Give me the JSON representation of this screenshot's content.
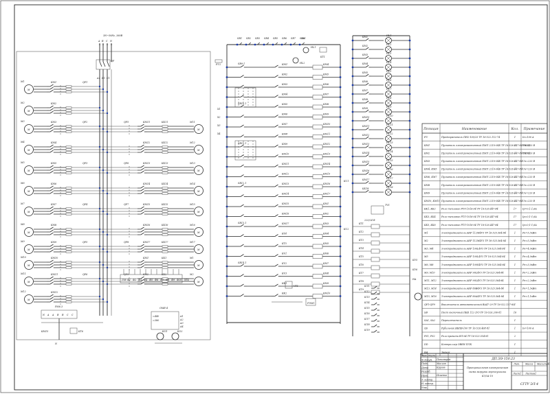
{
  "supply": {
    "label": "3N~50Hz, 380В",
    "phases": [
      "A",
      "B",
      "C",
      "N"
    ],
    "switch": "QF",
    "phase_marks": [
      "A1",
      "B1",
      "C1"
    ]
  },
  "power_circuit": {
    "motors": [
      "M1",
      "M2",
      "M3",
      "M4",
      "M5",
      "M6",
      "M7",
      "M8",
      "M9",
      "M10",
      "M11",
      "M12",
      "M13",
      "M14",
      "M15",
      "M16",
      "M17"
    ],
    "contactors": [
      "KM1",
      "KM2",
      "KM3",
      "KM4",
      "KM5",
      "KM6",
      "KM7",
      "KM8",
      "KM9",
      "KM10",
      "KM11",
      "KM12",
      "KM13",
      "KM14",
      "KM15",
      "KM16",
      "KM17"
    ],
    "breakers": [
      "QF1",
      "QF2",
      "QF3",
      "QF4",
      "QF5",
      "QF6",
      "QF7",
      "QF8",
      "QF9"
    ],
    "thermal_relays": [
      "KK1",
      "KK2",
      "KK3",
      "KK4",
      "KK5",
      "KK6",
      "KK7",
      "KK8",
      "KK9",
      "KK10",
      "KK11",
      "KK12",
      "KK13",
      "KK14",
      "KK15",
      "KK16",
      "KK17"
    ],
    "terminal_block": "XT4",
    "terminals": [
      "1Y8",
      "Ф1",
      "Ф2",
      "Ф3",
      "Ф4",
      "Ф5",
      "Ф6",
      "Ф7",
      "Ф8",
      "Ф9",
      "Ф10"
    ]
  },
  "converter": {
    "name": "РМ6.3",
    "relay": "KM15",
    "relay2": "KT6",
    "pins": [
      "N",
      "A",
      "A",
      "B",
      "B",
      "C",
      "C"
    ],
    "bottom": "N"
  },
  "plc": {
    "name": "ОМЕ-4",
    "inputs": [
      "≈440",
      "≈380"
    ],
    "outputs": [
      "A1",
      "A2",
      "A3",
      "A4"
    ],
    "parts": [
      "КО1",
      "КО2"
    ]
  },
  "control_circuit": {
    "top_buttons": [
      "SB1",
      "SB2",
      "SB3",
      "SB4",
      "SB5",
      "SB6",
      "SB7",
      "SB8"
    ],
    "items": [
      "SA1",
      "HL1",
      "HL2",
      "KT1",
      "KT2",
      "SB9.1",
      "SB10.1",
      "SB11.1",
      "SB12.1",
      "SB13.1",
      "SB14.1",
      "KM1",
      "KM2",
      "KM3",
      "KM4",
      "KM5",
      "KM6",
      "KM7",
      "KM8",
      "KM9",
      "KM10",
      "KM11",
      "KM12",
      "KM13",
      "KM14",
      "KM15",
      "KM16",
      "KM17",
      "KT4",
      "KT5",
      "KV1",
      "KV2",
      "KV3",
      "KK1",
      "KK2",
      "KK3"
    ],
    "side_labels": [
      "X1",
      "X2",
      "X3",
      "X4"
    ],
    "fuse": "FU2",
    "rs_block": "РЭМ1",
    "vt": "VT1"
  },
  "signal_circuit": {
    "lamps": [
      "HL1",
      "HL2",
      "HL3",
      "HL4",
      "HL5",
      "HL6",
      "HL7",
      "HL8",
      "HL9",
      "HL10",
      "HL11",
      "HL12",
      "HL13",
      "HL14",
      "HL15",
      "HL16",
      "HL17",
      "HL18"
    ],
    "contacts": [
      "KM1",
      "KM2",
      "KM3",
      "KM4",
      "KM5",
      "KM6",
      "KM7",
      "KM8",
      "KM9",
      "KM10",
      "KM11",
      "KM12",
      "KM13",
      "KM14",
      "KM15",
      "KM16",
      "KM17",
      "KK18"
    ],
    "transformer": "TV1",
    "transformer_label": "220/24 В",
    "timers": [
      "KT1",
      "KT2",
      "KT3",
      "KT4",
      "KT5",
      "KT6",
      "KT7",
      "KT8",
      "KT9"
    ],
    "relays": [
      "КС1",
      "КС2"
    ],
    "bottom_contacts": [
      "КЛ1",
      "КЛ2",
      "КЛ3",
      "КЛ4",
      "КЛ5",
      "КЛ6",
      "КЛ7",
      "КЛ8",
      "КЛ9"
    ],
    "far": [
      "KV5",
      "KV6",
      "HA"
    ]
  },
  "spec_table": {
    "headers": [
      "Позиция",
      "Наименование",
      "Кол.",
      "Примечание"
    ],
    "rows": [
      [
        "FU",
        "Предохранитель ПН2-100/25 ТУ 16-522.112-74",
        "1",
        "Iн=100 А"
      ],
      [
        "KM1",
        "Пускатель электромагнитный ПМЛ 2210-04Б ТУ 16-526.447-84 УХЛ4",
        "1",
        "Uн=220 В"
      ],
      [
        "KM2",
        "Пускатель электромагнитный ПМЛ 2210-04Б ТУ 16-526.447-84 УХЛ4",
        "1",
        "Uн=220 В"
      ],
      [
        "KM3",
        "Пускатель электромагнитный ПМЛ 2210-04Б ТУ 16-526.447-84",
        "1",
        "Uн=220 В"
      ],
      [
        "KM4, KM5",
        "Пускатель электромагнитный ПМЛ 2210-04Б ТУ 16-526.447-84",
        "1",
        "Uн=220 В"
      ],
      [
        "KM6, KM7",
        "Пускатель электромагнитный ПМЛ 2210-04Б ТУ 16-526.447-84",
        "1",
        "Uн=220 В"
      ],
      [
        "KM8",
        "Пускатель электромагнитный ПМЛ 2210-04Б ТУ 16-526.447-84",
        "1",
        "Uн=220 В"
      ],
      [
        "KM9",
        "Пускатель электромагнитный ПМЛ 2210-04Б ТУ 16-526.447-84",
        "1",
        "Uн=220 В"
      ],
      [
        "KM10, KM11",
        "Пускатель электромагнитный ПМЛ 2210-04Б ТУ 16-526.447-84",
        "1",
        "Uн=220 В"
      ],
      [
        "KK1, KK2",
        "Реле тепловое РТЛ-1016-04 ТУ 16-526.447-84",
        "17",
        "Iр=0,1-1,6А"
      ],
      [
        "KK3, KK4",
        "Реле тепловое РТЛ-1016-04 ТУ 16-526.447-84",
        "17",
        "Iр=0,1-1,6А"
      ],
      [
        "KK5, KK6",
        "Реле тепловое РТЛ-1016-04 ТУ 16-526.447-84",
        "17",
        "Iр=0,1-1,6А"
      ],
      [
        "M1",
        "Электродвигатель АИР 112М4У3 ТУ 16-525.564-84",
        "1",
        "Pн=5,5кВт"
      ],
      [
        "M2",
        "Электродвигатель АИР 112М4У3 ТУ 16-525.564-84",
        "1",
        "Pн=5,5кВт"
      ],
      [
        "M3, M4",
        "Электродвигатель АИР 100L4У3 ТУ 16-525.564-84",
        "1",
        "Pн=4,0кВт"
      ],
      [
        "M5",
        "Электродвигатель АИР 100L4У3 ТУ 16-525.564-84",
        "1",
        "Pн=4,0кВт"
      ],
      [
        "M6, M8",
        "Электродвигатель АИР 100S4У3 ТУ 16-525.564-84",
        "1",
        "Pн=3,0кВт"
      ],
      [
        "M9, M10",
        "Электродвигатель АИР 90L4У3 ТУ 16-525.564-84",
        "1",
        "Pн=2,2кВт"
      ],
      [
        "M11, M12",
        "Электродвигатель АИР 90L4У3 ТУ 16-525.564-84",
        "1",
        "Pн=2,2кВт"
      ],
      [
        "M13, M14",
        "Электродвигатель АИР 80В4У3 ТУ 16-525.564-84",
        "1",
        "Pн=1,5кВт"
      ],
      [
        "M15, M16",
        "Электродвигатель АИР 80А4У3 ТУ 16-525.564-84",
        "1",
        "Pн=1,1кВт"
      ],
      [
        "QF1-QF9",
        "Выключатель автоматический ВА47-29 ТУ 16-522.157-83",
        "1",
        ""
      ],
      [
        "SB",
        "Пост кнопочный ПКЕ 112-2У3 ТУ 16-526.206-81",
        "16",
        ""
      ],
      [
        "SA1, SA2",
        "Переключатель",
        "1",
        ""
      ],
      [
        "QS",
        "Рубильник ЯБПВ-100 ТУ 16-526.468-81",
        "1",
        "Iн=100 А"
      ],
      [
        "PS1, PS2",
        "Реле времени ВЛ-64 ТУ 16-523.554-81",
        "2",
        ""
      ],
      [
        "DD",
        "Контроллер ОВЕН ПЛК",
        "1",
        ""
      ],
      [
        "HA",
        "Звонок",
        "1",
        ""
      ]
    ]
  },
  "title_block": {
    "doc_code": "ДП.ЭЭ-150.23",
    "title_line1": "Принципиальная электрическая",
    "title_line2": "схема загрузки зерносушилки",
    "title_line3": "КЗ/ЗА-10",
    "left_rows": [
      "Изм. Лист",
      "№ докум.",
      "Подп.",
      "Дата",
      "Разраб.",
      "Пров.",
      "Т. контр.",
      "Н. контр.",
      "Утв."
    ],
    "names": [
      "Пономарёв",
      "Маслов",
      "Кругов",
      "",
      "Исаенко"
    ],
    "cols": [
      "Лит.",
      "Масса",
      "Масштаб"
    ],
    "sheet": "Лист",
    "sheets": "Листов",
    "sheet_num": "1",
    "sheets_num": "1",
    "org": "СГТУ ЭЛ-4"
  }
}
